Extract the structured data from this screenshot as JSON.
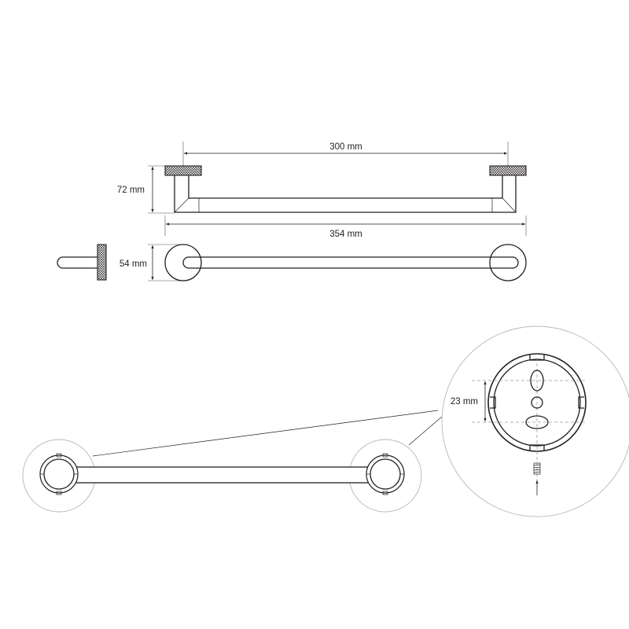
{
  "dimensions": {
    "width_inner": "300 mm",
    "height": "72 mm",
    "width_total": "354 mm",
    "depth": "54 mm",
    "hole_spacing": "23 mm"
  },
  "colors": {
    "line": "#231f20",
    "circle_outline": "#b8b8b8",
    "dashed_guide": "#9a9a9a"
  }
}
